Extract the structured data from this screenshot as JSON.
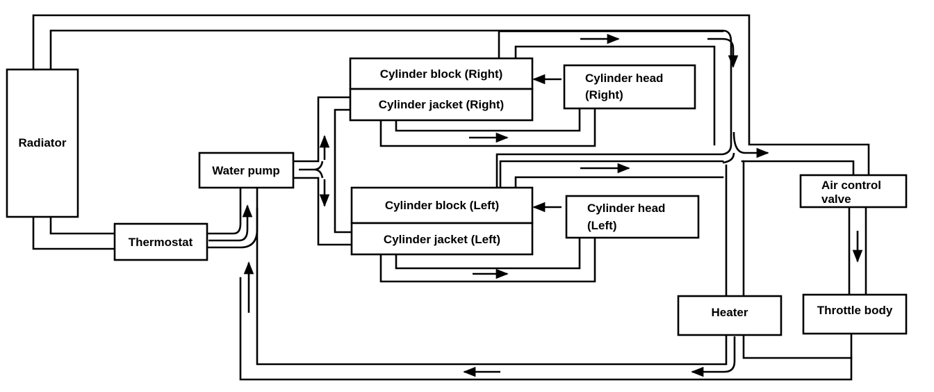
{
  "components": {
    "radiator": "Radiator",
    "thermostat": "Thermostat",
    "water_pump": "Water pump",
    "cyl_block_right": "Cylinder block (Right)",
    "cyl_jacket_right": "Cylinder jacket (Right)",
    "cyl_head_right_1": "Cylinder head",
    "cyl_head_right_2": "(Right)",
    "cyl_block_left": "Cylinder block (Left)",
    "cyl_jacket_left": "Cylinder jacket (Left)",
    "cyl_head_left_1": "Cylinder head",
    "cyl_head_left_2": "(Left)",
    "air_control_valve_1": "Air control",
    "air_control_valve_2": "valve",
    "heater": "Heater",
    "throttle_body": "Throttle body"
  }
}
